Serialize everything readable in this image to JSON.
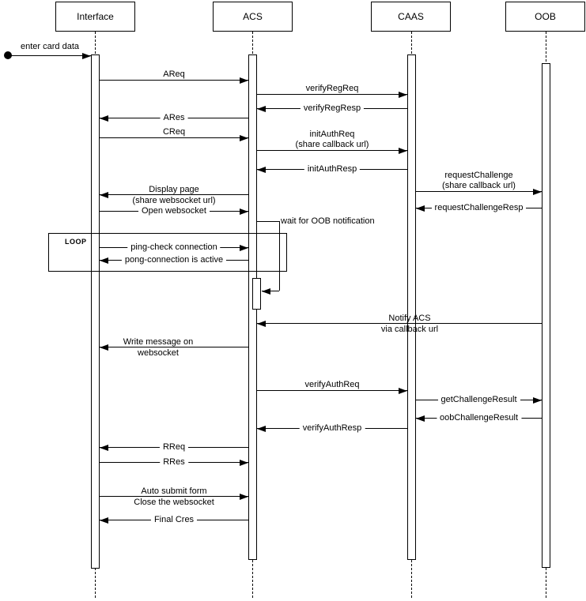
{
  "diagram": {
    "participants": [
      {
        "name": "Interface"
      },
      {
        "name": "ACS"
      },
      {
        "name": "CAAS"
      },
      {
        "name": "OOB"
      }
    ],
    "start": {
      "label": "enter card data"
    },
    "loop_label": "LOOP",
    "self_message": {
      "label": "wait for OOB notification"
    },
    "messages": [
      {
        "label": "AReq"
      },
      {
        "label": "verifyRegReq"
      },
      {
        "label": "verifyRegResp"
      },
      {
        "label": "ARes"
      },
      {
        "label": "CReq"
      },
      {
        "line1": "initAuthReq",
        "line2": "(share callback url)"
      },
      {
        "label": "initAuthResp"
      },
      {
        "line1": "requestChallenge",
        "line2": "(share callback url)"
      },
      {
        "line1": "Display page",
        "line2": "(share websocket url)"
      },
      {
        "label": "requestChallengeResp"
      },
      {
        "label": "Open websocket"
      },
      {
        "label": "ping-check connection"
      },
      {
        "label": "pong-connection is active"
      },
      {
        "line1": "Notify ACS",
        "line2": "via callback url"
      },
      {
        "line1": "Write message on",
        "line2": "websocket"
      },
      {
        "label": "verifyAuthReq"
      },
      {
        "label": "getChallengeResult"
      },
      {
        "label": "oobChallengeResult"
      },
      {
        "label": "verifyAuthResp"
      },
      {
        "label": "RReq"
      },
      {
        "label": "RRes"
      },
      {
        "line1": "Auto submit form",
        "line2": "Close the websocket"
      },
      {
        "label": "Final Cres"
      }
    ],
    "colors": {
      "line": "#000000",
      "background": "#ffffff"
    }
  }
}
